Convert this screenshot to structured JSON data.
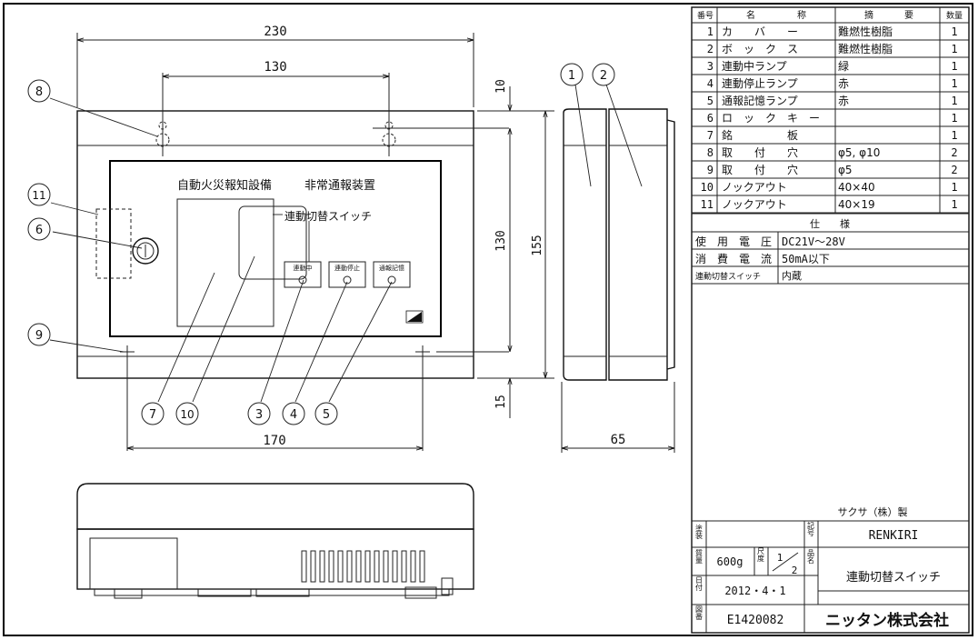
{
  "dimensions": {
    "width_total": "230",
    "hole_spacing_top": "130",
    "top_margin": "10",
    "panel_height": "130",
    "total_height": "155",
    "bottom_margin": "15",
    "hole_spacing_bottom": "170",
    "depth": "65"
  },
  "panel": {
    "title_left": "自動火災報知設備",
    "title_right": "非常通報装置",
    "switch_label": "連動切替スイッチ",
    "lamp1": "連動中",
    "lamp2": "連動停止",
    "lamp3": "通報記憶"
  },
  "callouts": {
    "c1": "1",
    "c2": "2",
    "c3": "3",
    "c4": "4",
    "c5": "5",
    "c6": "6",
    "c7": "7",
    "c8": "8",
    "c9": "9",
    "c10": "10",
    "c11": "11"
  },
  "parts_table": {
    "headers": [
      "番号",
      "名",
      "称",
      "摘",
      "要",
      "数量"
    ],
    "rows": [
      {
        "no": "1",
        "name": "カ　　バ　　ー",
        "note": "難燃性樹脂",
        "qty": "1"
      },
      {
        "no": "2",
        "name": "ボ　ッ　ク　ス",
        "note": "難燃性樹脂",
        "qty": "1"
      },
      {
        "no": "3",
        "name": "連動中ランプ",
        "note": "緑",
        "qty": "1"
      },
      {
        "no": "4",
        "name": "連動停止ランプ",
        "note": "赤",
        "qty": "1"
      },
      {
        "no": "5",
        "name": "通報記憶ランプ",
        "note": "赤",
        "qty": "1"
      },
      {
        "no": "6",
        "name": "ロ　ッ　ク　キ　ー",
        "note": "",
        "qty": "1"
      },
      {
        "no": "7",
        "name": "銘　　　　　板",
        "note": "",
        "qty": "1"
      },
      {
        "no": "8",
        "name": "取　　付　　穴",
        "note": "φ5, φ10",
        "qty": "2"
      },
      {
        "no": "9",
        "name": "取　　付　　穴",
        "note": "φ5",
        "qty": "2"
      },
      {
        "no": "10",
        "name": "ノックアウト",
        "note": "40×40",
        "qty": "1"
      },
      {
        "no": "11",
        "name": "ノックアウト",
        "note": "40×19",
        "qty": "1"
      }
    ]
  },
  "spec": {
    "title": "仕　　様",
    "rows": [
      {
        "label": "使　用　電　圧",
        "value": "DC21V～28V"
      },
      {
        "label": "消　費　電　流",
        "value": "50mA以下"
      },
      {
        "label": "連動切替スイッチ",
        "value": "内蔵"
      }
    ]
  },
  "title_block": {
    "maker": "サクサ（株）製",
    "paint_label": "塗装",
    "paint_value": "",
    "symbol_label": "記号",
    "symbol_value": "RENKIRI",
    "weight_label": "質量",
    "weight_value": "600g",
    "scale_label": "尺度",
    "scale_num": "1",
    "scale_den": "2",
    "name_label": "品名",
    "name_value": "連動切替スイッチ",
    "date_label": "日付",
    "date_value": "2012・4・1",
    "drawing_label": "図番",
    "drawing_value": "E1420082",
    "company": "ニッタン株式会社"
  }
}
